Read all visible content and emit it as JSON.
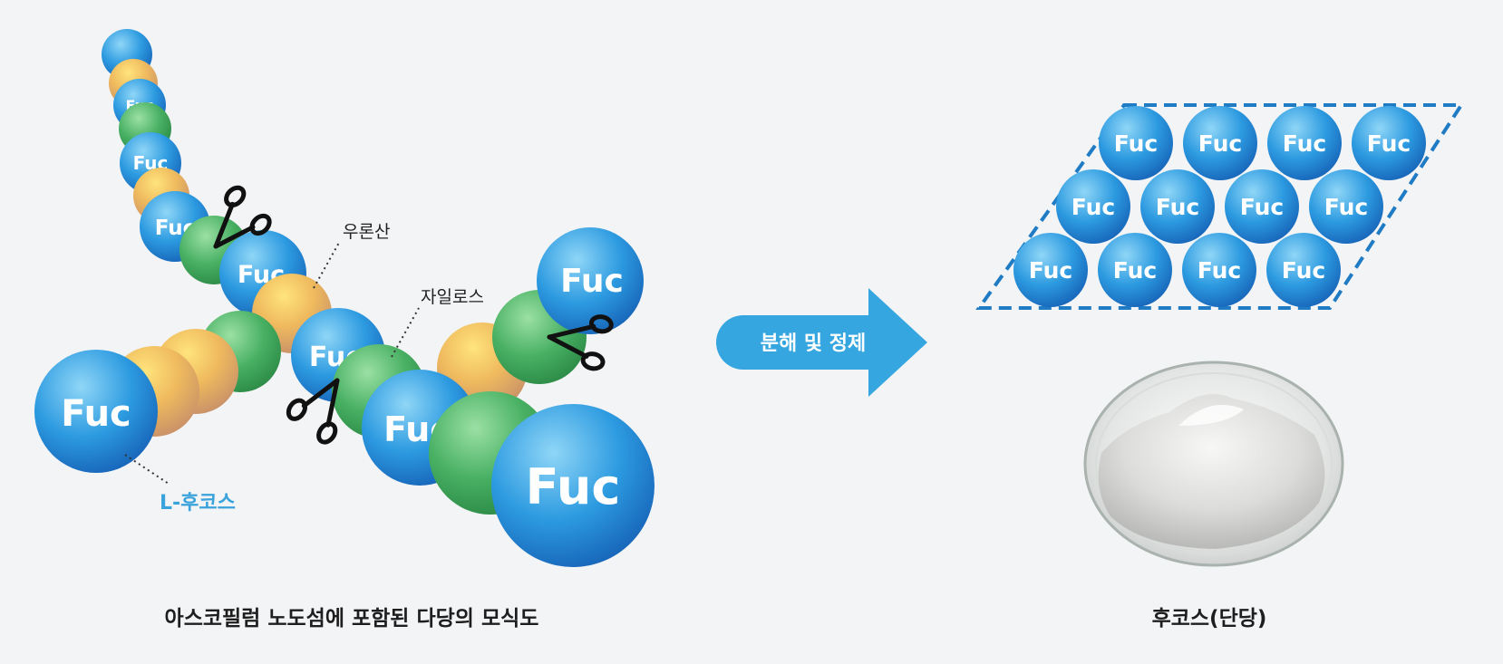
{
  "sphere_label": "Fuc",
  "left_diagram": {
    "uronic_acid_label": "우론산",
    "xylose_label": "자일로스",
    "l_fucose_label": "L-후코스",
    "caption": "아스코필럼 노도섬에 포함된 다당의 모식도"
  },
  "process_arrow": {
    "label": "분해 및 정제",
    "color": "#35a6e0"
  },
  "right_diagram": {
    "caption": "후코스(단당)",
    "grid_rows": 3,
    "grid_cols": 4
  },
  "colors": {
    "fucose": "#2a95dc",
    "uronic_acid": "#e8b45c",
    "xylose": "#45ad5f",
    "outline": "#1f7bc4"
  }
}
